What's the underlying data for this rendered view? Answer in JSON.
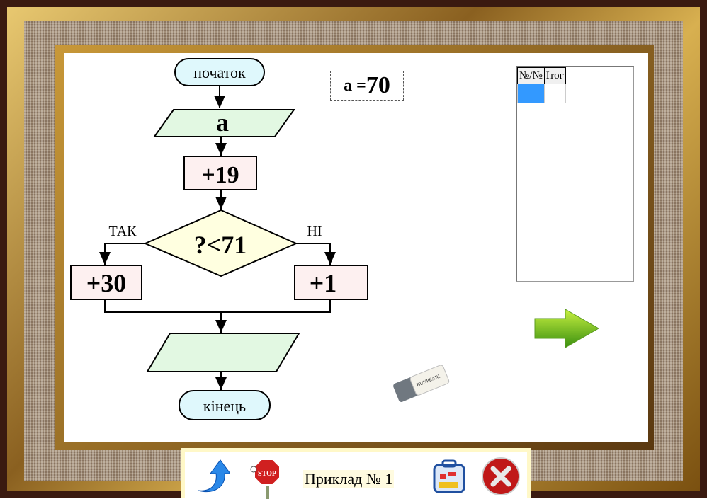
{
  "flowchart": {
    "start": "початок",
    "input": "a",
    "step1": "+19",
    "condition": "?<71",
    "yes_label": "ТАК",
    "no_label": "НІ",
    "yes_step": "+30",
    "no_step": "+1",
    "output": "",
    "end": "кінець"
  },
  "variable": {
    "label": "a =",
    "value": "70"
  },
  "results_table": {
    "headers": [
      "№/№",
      "Ітог"
    ],
    "rows": [
      [
        "",
        ""
      ]
    ]
  },
  "bottom_bar": {
    "example_label": "Приклад № 1"
  },
  "icons": {
    "next": "green-right-arrow",
    "eraser": "eraser",
    "back": "blue-curved-up-arrow",
    "stop": "stop-sign",
    "toolkit": "toolbox",
    "close": "red-close-x"
  },
  "colors": {
    "terminator": "#dff8fc",
    "io": "#e2f8e2",
    "process": "#fdf0f0",
    "decision": "#ffffe0",
    "selected_cell": "#3399ff"
  }
}
